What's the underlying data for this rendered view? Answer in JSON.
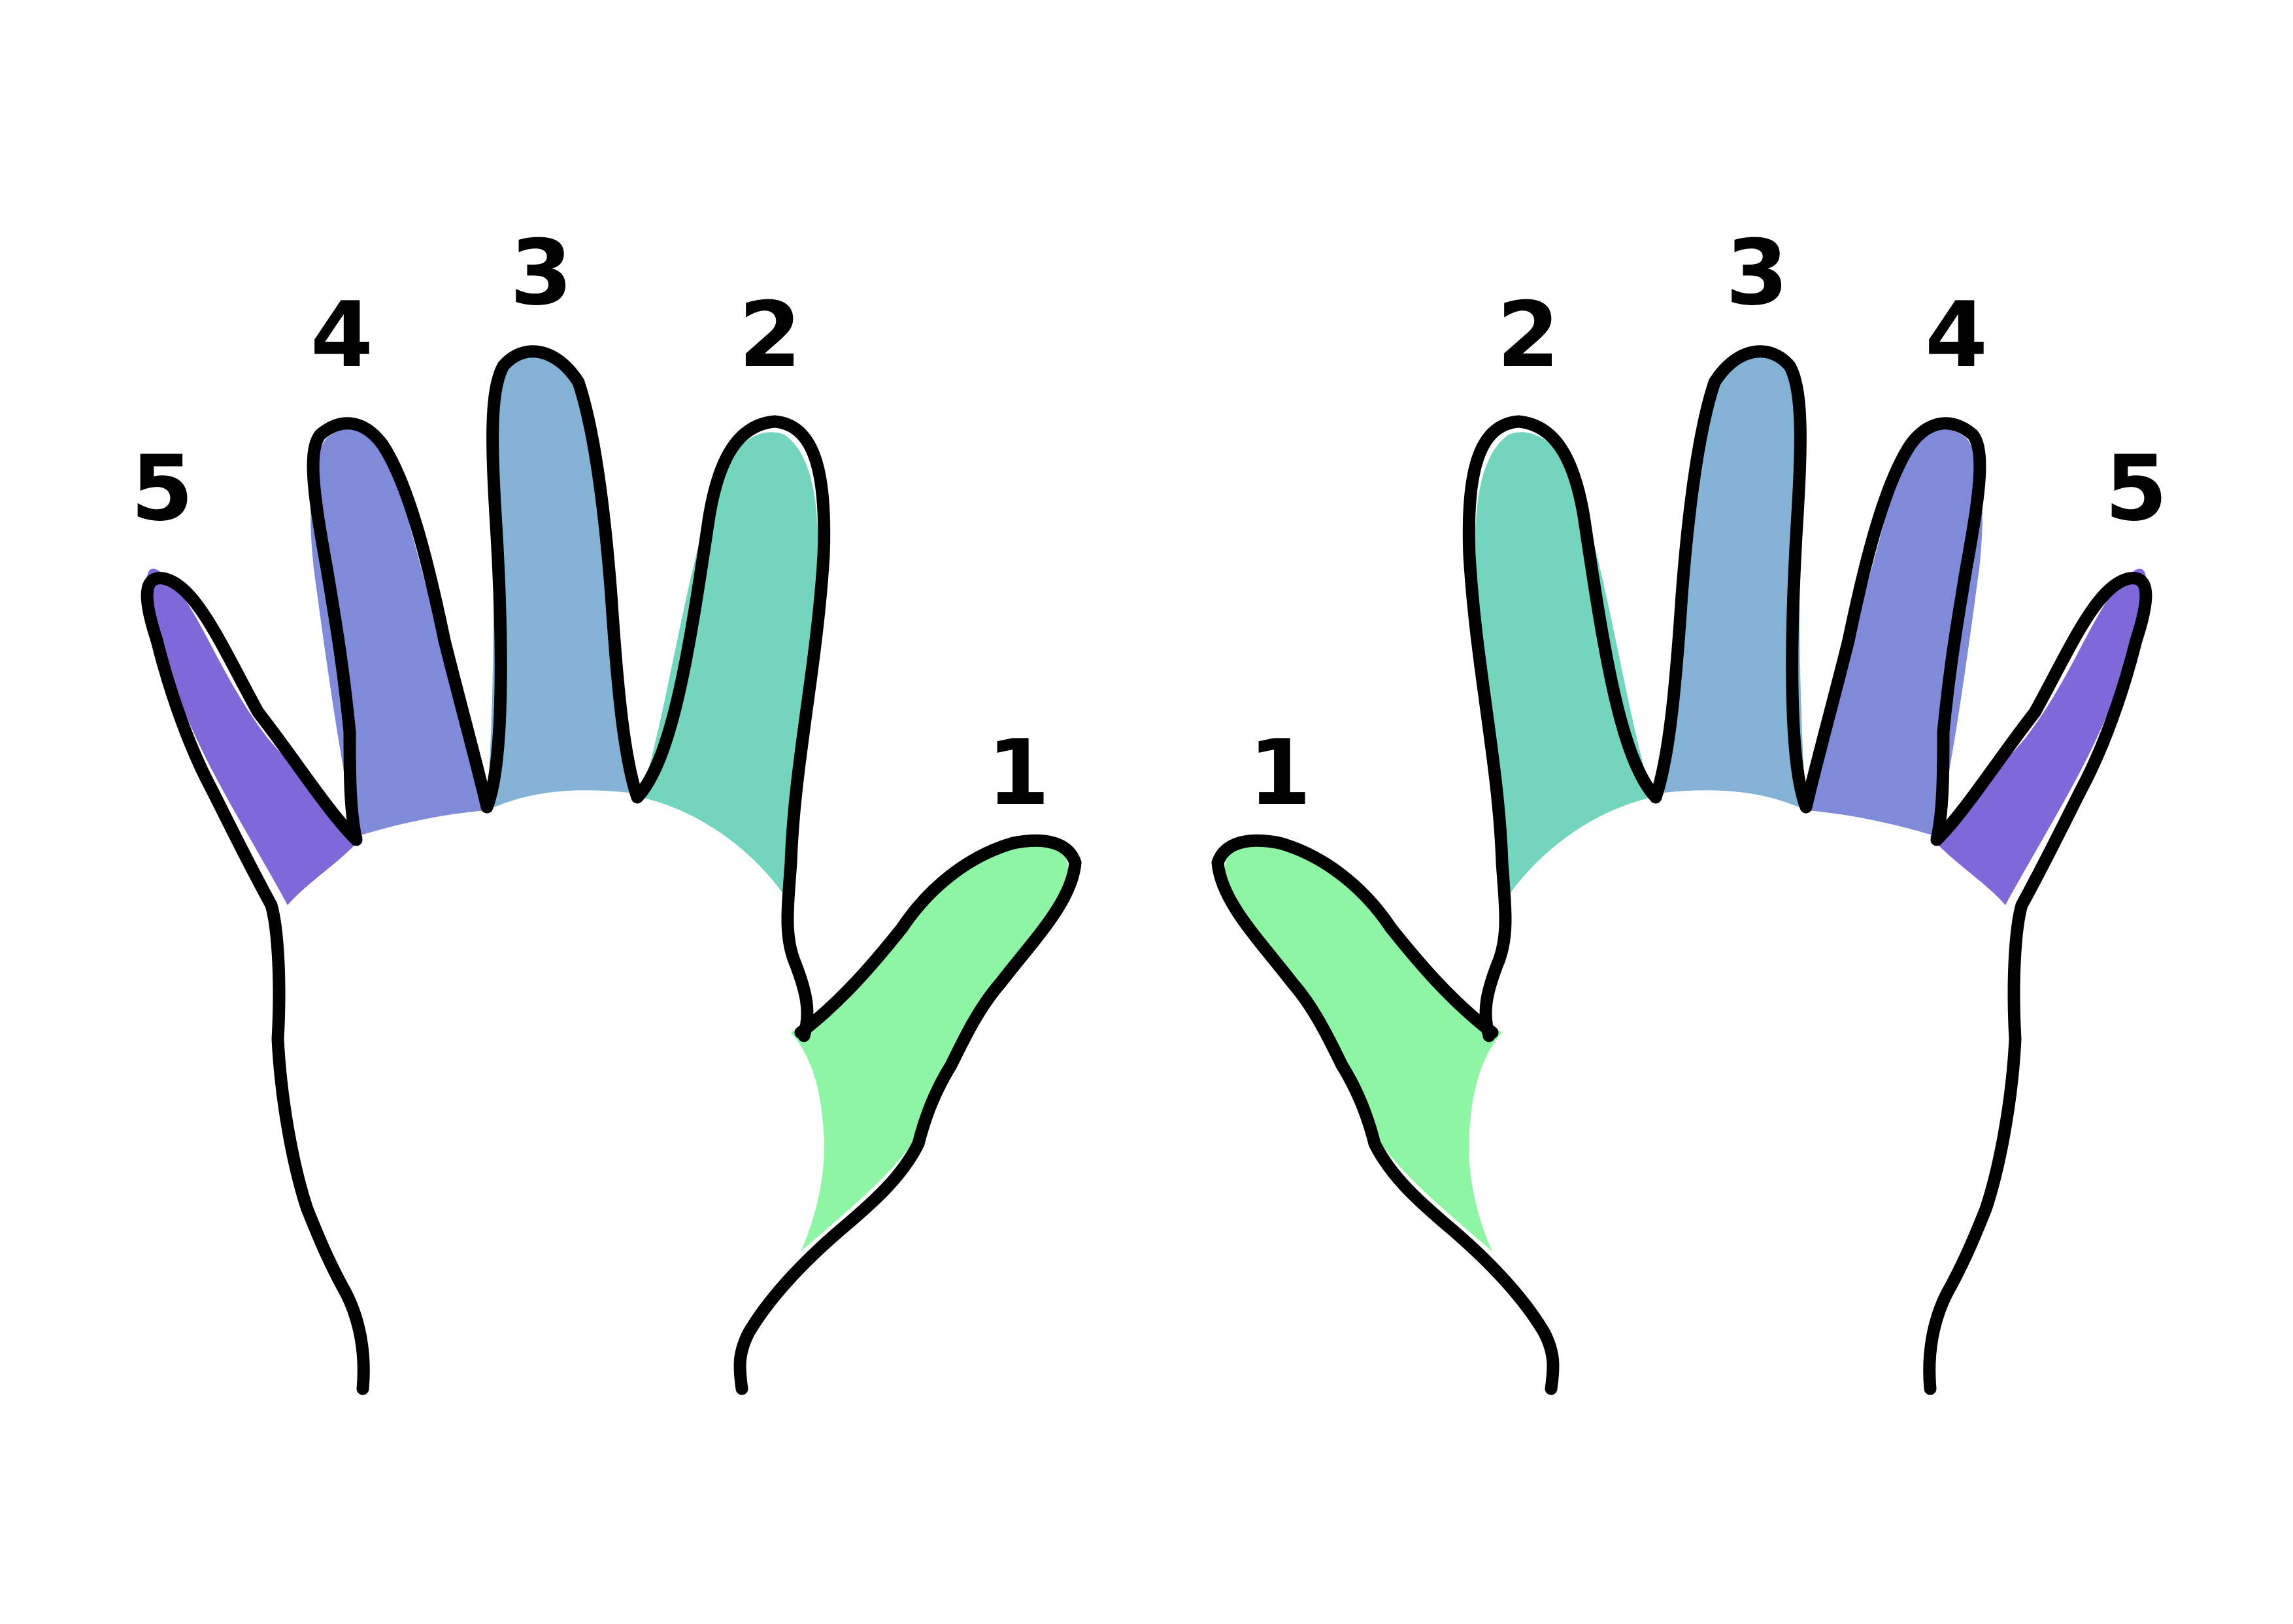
{
  "hands": [
    {
      "side": "left",
      "fingers": [
        {
          "key": "pinky",
          "label": "5",
          "color": "#7f69d9"
        },
        {
          "key": "ring",
          "label": "4",
          "color": "#7f8ad9"
        },
        {
          "key": "middle",
          "label": "3",
          "color": "#84b2d4"
        },
        {
          "key": "index",
          "label": "2",
          "color": "#74d5bf"
        },
        {
          "key": "thumb",
          "label": "1",
          "color": "#8ef5a4"
        }
      ]
    },
    {
      "side": "right",
      "fingers": [
        {
          "key": "pinky",
          "label": "5",
          "color": "#7f69d9"
        },
        {
          "key": "ring",
          "label": "4",
          "color": "#7f8ad9"
        },
        {
          "key": "middle",
          "label": "3",
          "color": "#84b2d4"
        },
        {
          "key": "index",
          "label": "2",
          "color": "#74d5bf"
        },
        {
          "key": "thumb",
          "label": "1",
          "color": "#8ef5a4"
        }
      ]
    }
  ],
  "outline_color": "#000000"
}
